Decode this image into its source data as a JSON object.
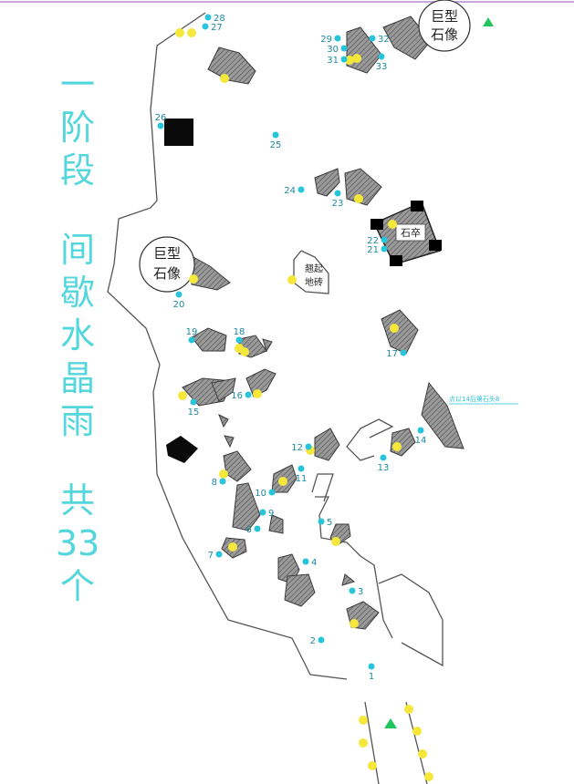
{
  "title_chars": [
    "一",
    "阶",
    "段"
  ],
  "subtitle_chars": [
    "间",
    "歇",
    "水",
    "晶",
    "雨"
  ],
  "count_lines": [
    "共",
    "33",
    "个"
  ],
  "labels": {
    "giant_statue_top": [
      "巨型",
      "石像"
    ],
    "giant_statue_left": [
      "巨型",
      "石像"
    ],
    "stone_pawn": "石卒",
    "raised_tile": [
      "翘起",
      "地砖"
    ],
    "annotation": "点以14后第石头8"
  },
  "points": [
    {
      "n": "1"
    },
    {
      "n": "2"
    },
    {
      "n": "3"
    },
    {
      "n": "4"
    },
    {
      "n": "5"
    },
    {
      "n": "6"
    },
    {
      "n": "7"
    },
    {
      "n": "8"
    },
    {
      "n": "9"
    },
    {
      "n": "10"
    },
    {
      "n": "11"
    },
    {
      "n": "12"
    },
    {
      "n": "13"
    },
    {
      "n": "14"
    },
    {
      "n": "15"
    },
    {
      "n": "16"
    },
    {
      "n": "17"
    },
    {
      "n": "18"
    },
    {
      "n": "19"
    },
    {
      "n": "20"
    },
    {
      "n": "21"
    },
    {
      "n": "22"
    },
    {
      "n": "23"
    },
    {
      "n": "24"
    },
    {
      "n": "25"
    },
    {
      "n": "26"
    },
    {
      "n": "27"
    },
    {
      "n": "28"
    },
    {
      "n": "29"
    },
    {
      "n": "30"
    },
    {
      "n": "31"
    },
    {
      "n": "32"
    },
    {
      "n": "33"
    }
  ],
  "colors": {
    "title": "#53d6dc",
    "point": "#27c4dc",
    "marker": "#f5e83a",
    "rock": "#8a8a8a",
    "start": "#22c55e"
  }
}
